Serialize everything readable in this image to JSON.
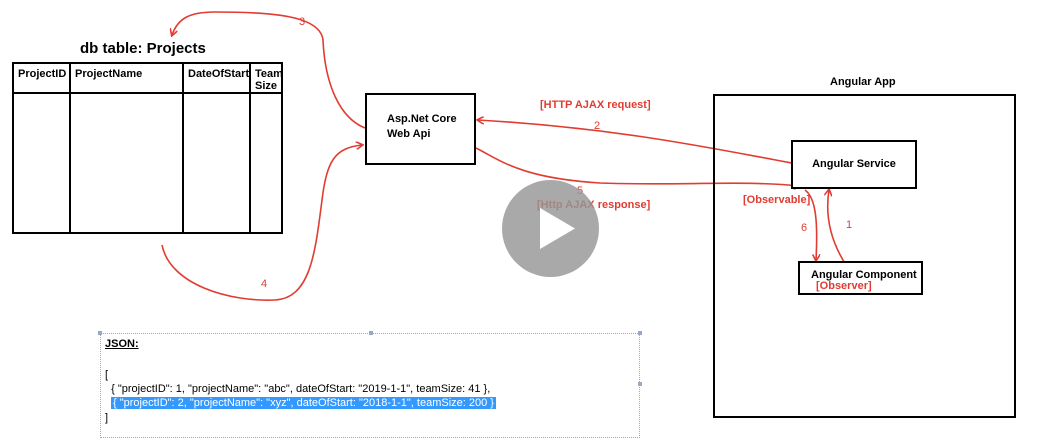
{
  "db": {
    "title": "db table:  Projects",
    "columns": [
      "ProjectID",
      "ProjectName",
      "DateOfStart",
      "Team\nSize"
    ]
  },
  "api": {
    "line1": "Asp.Net Core",
    "line2": "Web Api"
  },
  "angular_app": {
    "title": "Angular App"
  },
  "service": {
    "label": "Angular Service"
  },
  "component": {
    "label": "Angular Component",
    "role": "[Observer]"
  },
  "labels": {
    "request": "[HTTP AJAX request]",
    "response": "[Http AJAX response]",
    "observable": "[Observable]"
  },
  "arrows": {
    "n1": "1",
    "n2": "2",
    "n3": "3",
    "n4": "4",
    "n5": "5",
    "n6": "6"
  },
  "json": {
    "title": "JSON:",
    "open": "[",
    "row1": "  { \"projectID\": 1, \"projectName\": \"abc\", dateOfStart: \"2019-1-1\", teamSize: 41 },",
    "row2": "{ \"projectID\": 2, \"projectName\": \"xyz\", dateOfStart: \"2018-1-1\", teamSize: 200 }",
    "close": "]"
  },
  "colors": {
    "arrow": "#e03c31",
    "highlight": "#3399ff",
    "play": "#969696"
  },
  "icons": {
    "play": "play-icon"
  }
}
